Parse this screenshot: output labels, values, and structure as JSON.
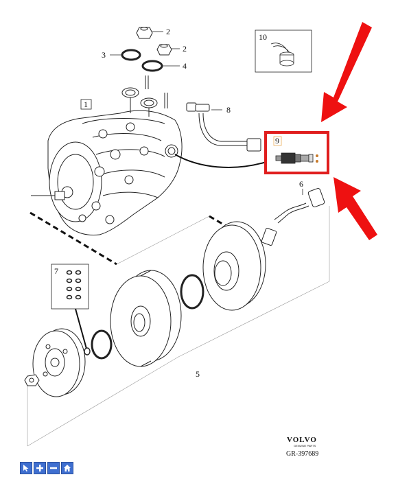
{
  "diagram": {
    "callouts": {
      "c1": "1",
      "c2a": "2",
      "c2b": "2",
      "c3": "3",
      "c4": "4",
      "c5": "5",
      "c6": "6",
      "c7": "7",
      "c8": "8",
      "c9": "9",
      "c10": "10"
    },
    "highlight_color": "#e01e1e",
    "arrow_color": "#ee1111"
  },
  "branding": {
    "logo_text": "VOLVO",
    "logo_sub": "GENUINE PARTS",
    "reference": "GR-397689"
  },
  "toolbar": {
    "buttons": [
      {
        "name": "pointer",
        "icon": "cursor-icon"
      },
      {
        "name": "zoom-in",
        "icon": "plus-icon"
      },
      {
        "name": "zoom-out",
        "icon": "minus-icon"
      },
      {
        "name": "home",
        "icon": "home-icon"
      }
    ]
  }
}
